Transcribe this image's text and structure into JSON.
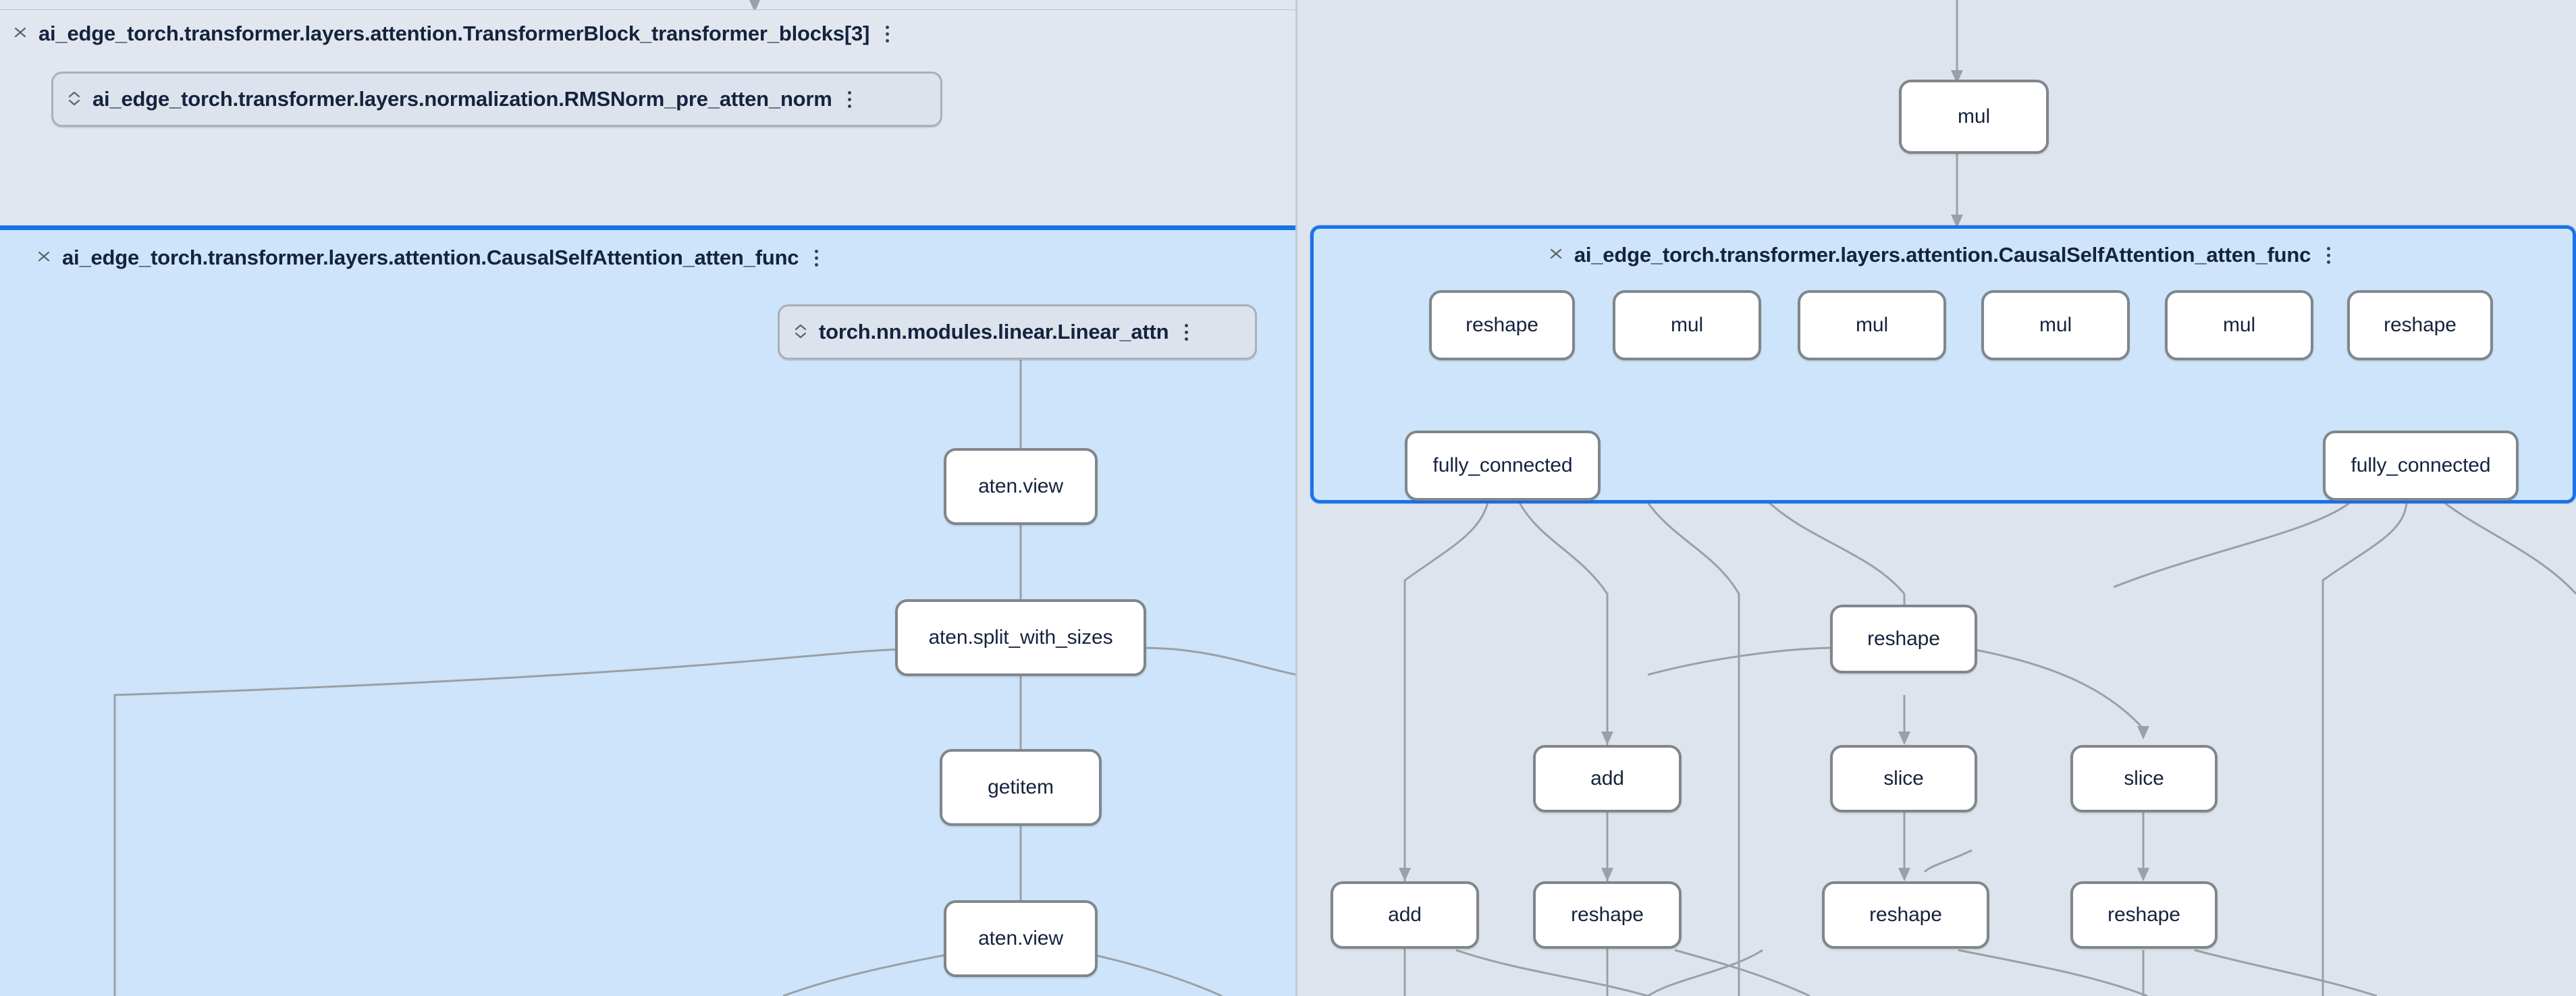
{
  "app": {
    "view": "model-graph",
    "accent_color": "#1a73e8",
    "selected_group_fill": "#cde4fa",
    "pane_background": "#dee4ed",
    "node_fill": "#ffffff",
    "node_border": "#80868b",
    "layer_node_fill": "#dde3ec",
    "edge_color": "#9aa0a6",
    "text_color": "#15233f"
  },
  "left_pane": {
    "outer_group": {
      "label": "ai_edge_torch.transformer.layers.attention.TransformerBlock_transformer_blocks[3]",
      "expand_icon": "collapse-chevrons-icon",
      "menu_icon": "more-options-icon"
    },
    "layer_nodes": [
      {
        "label": "ai_edge_torch.transformer.layers.normalization.RMSNorm_pre_atten_norm",
        "expand_icon": "expand-chevrons-icon",
        "menu_icon": "more-options-icon"
      },
      {
        "label": "torch.nn.modules.linear.Linear_attn",
        "expand_icon": "expand-chevrons-icon",
        "menu_icon": "more-options-icon"
      }
    ],
    "selected_group": {
      "label": "ai_edge_torch.transformer.layers.attention.CausalSelfAttention_atten_func",
      "expand_icon": "collapse-chevrons-icon",
      "menu_icon": "more-options-icon"
    },
    "op_nodes": [
      {
        "label": "aten.view"
      },
      {
        "label": "aten.split_with_sizes"
      },
      {
        "label": "getitem"
      },
      {
        "label": "aten.view"
      }
    ]
  },
  "right_pane": {
    "top_node": {
      "label": "mul"
    },
    "selected_group": {
      "label": "ai_edge_torch.transformer.layers.attention.CausalSelfAttention_atten_func",
      "expand_icon": "collapse-chevrons-icon",
      "menu_icon": "more-options-icon"
    },
    "group_row_nodes": [
      {
        "label": "reshape"
      },
      {
        "label": "mul"
      },
      {
        "label": "mul"
      },
      {
        "label": "mul"
      },
      {
        "label": "mul"
      },
      {
        "label": "reshape"
      }
    ],
    "group_fc_nodes": [
      {
        "label": "fully_connected"
      },
      {
        "label": "fully_connected"
      }
    ],
    "below_nodes_row1": [
      {
        "label": "reshape"
      }
    ],
    "below_nodes_row2": [
      {
        "label": "add"
      },
      {
        "label": "slice"
      },
      {
        "label": "slice"
      }
    ],
    "below_nodes_row3": [
      {
        "label": "add"
      },
      {
        "label": "reshape"
      },
      {
        "label": "reshape"
      },
      {
        "label": "reshape"
      }
    ]
  }
}
